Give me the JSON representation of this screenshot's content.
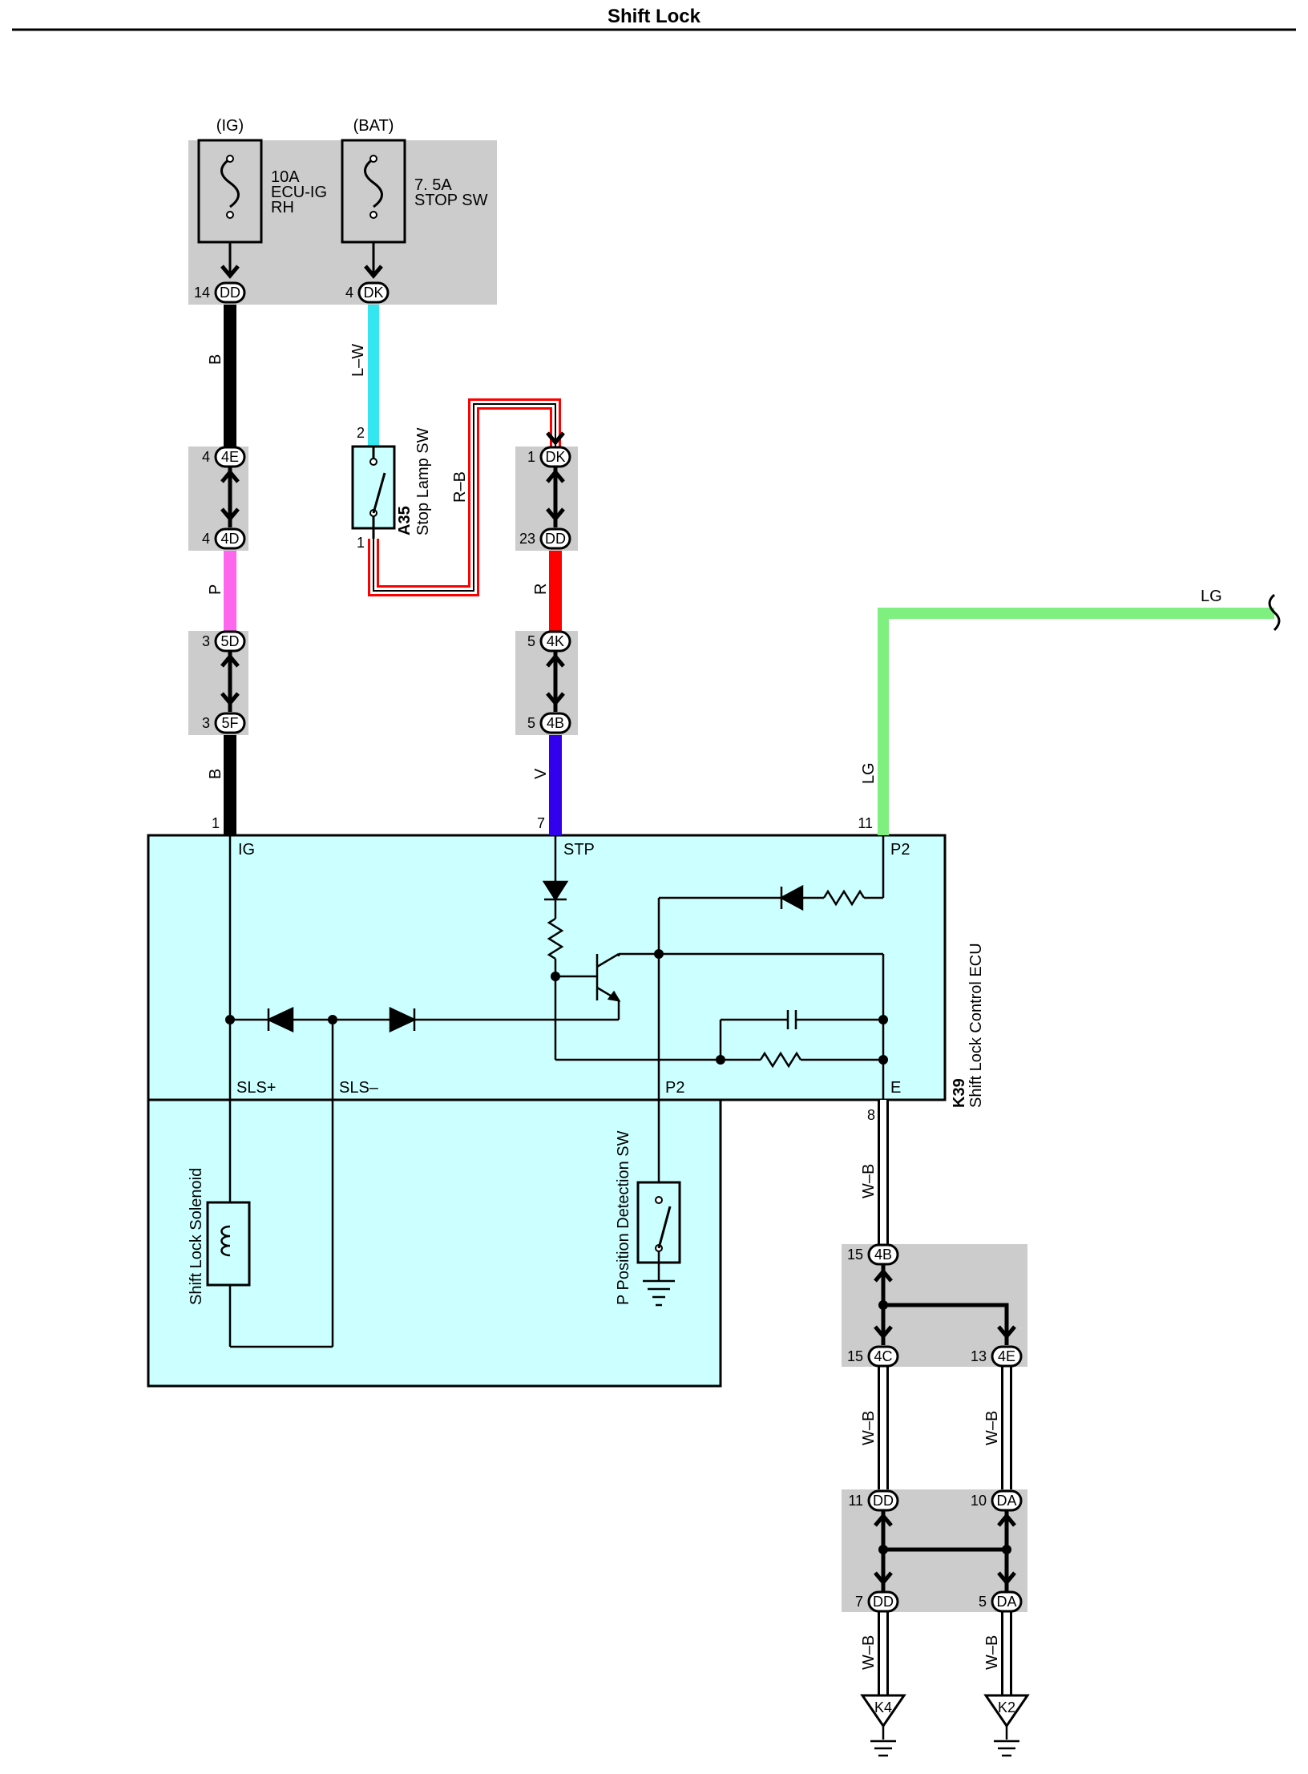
{
  "title": "Shift Lock",
  "colors": {
    "black_wire": "#000000",
    "light_blue_wire": "#33e6f0",
    "red_wire": "#ff0000",
    "pink_wire": "#ff66ee",
    "violet_wire": "#3300ee",
    "light_green_wire": "#7ff07f",
    "white_black_wire": "#000000",
    "component_box": "#ccffff",
    "junction_gray": "#cccccc"
  },
  "fuses": [
    {
      "source": "(IG)",
      "line1": "10A",
      "line2": "ECU-IG",
      "line3": "RH"
    },
    {
      "source": "(BAT)",
      "line1": "7. 5A",
      "line2": "STOP SW"
    }
  ],
  "connectors": {
    "ig_top": {
      "pin": "14",
      "code": "DD"
    },
    "bat_top": {
      "pin": "4",
      "code": "DK"
    },
    "ig_j1a": {
      "pin": "4",
      "code": "4E"
    },
    "ig_j1b": {
      "pin": "4",
      "code": "4D"
    },
    "ig_j2a": {
      "pin": "3",
      "code": "5D"
    },
    "ig_j2b": {
      "pin": "3",
      "code": "5F"
    },
    "stp_j1a": {
      "pin": "1",
      "code": "DK"
    },
    "stp_j1b": {
      "pin": "23",
      "code": "DD"
    },
    "stp_j2a": {
      "pin": "5",
      "code": "4K"
    },
    "stp_j2b": {
      "pin": "5",
      "code": "4B"
    },
    "gnd_j1a": {
      "pin": "15",
      "code": "4B"
    },
    "gnd_j1b": {
      "pin": "15",
      "code": "4C"
    },
    "gnd_j1c": {
      "pin": "13",
      "code": "4E"
    },
    "gnd_j2a": {
      "pin": "11",
      "code": "DD"
    },
    "gnd_j2b": {
      "pin": "10",
      "code": "DA"
    },
    "gnd_j2c": {
      "pin": "7",
      "code": "DD"
    },
    "gnd_j2d": {
      "pin": "5",
      "code": "DA"
    }
  },
  "wire_labels": {
    "ig_upper": "B",
    "bat": "L–W",
    "stop_sw_out": "R–B",
    "ig_middle": "P",
    "stp_middle": "R",
    "ig_lower": "B",
    "stp_lower": "V",
    "p2_upper": "LG",
    "p2_lower": "LG",
    "gnd_1": "W–B",
    "gnd_2": "W–B",
    "gnd_3": "W–B",
    "gnd_4": "W–B",
    "gnd_5": "W–B"
  },
  "stop_lamp_sw": {
    "code": "A35",
    "name": "Stop Lamp SW",
    "pin_top": "2",
    "pin_bottom": "1"
  },
  "ecu": {
    "code": "K39",
    "name": "Shift Lock Control ECU",
    "pins": {
      "ig": "1",
      "stp": "7",
      "p2": "11",
      "e": "8"
    },
    "terminals": {
      "ig": "IG",
      "stp": "STP",
      "p2_top": "P2",
      "sls_plus": "SLS+",
      "sls_minus": "SLS–",
      "p2_bottom": "P2",
      "e": "E"
    }
  },
  "solenoid": {
    "name": "Shift Lock Solenoid"
  },
  "p_switch": {
    "name": "P Position Detection SW"
  },
  "grounds": [
    {
      "code": "K4"
    },
    {
      "code": "K2"
    }
  ]
}
